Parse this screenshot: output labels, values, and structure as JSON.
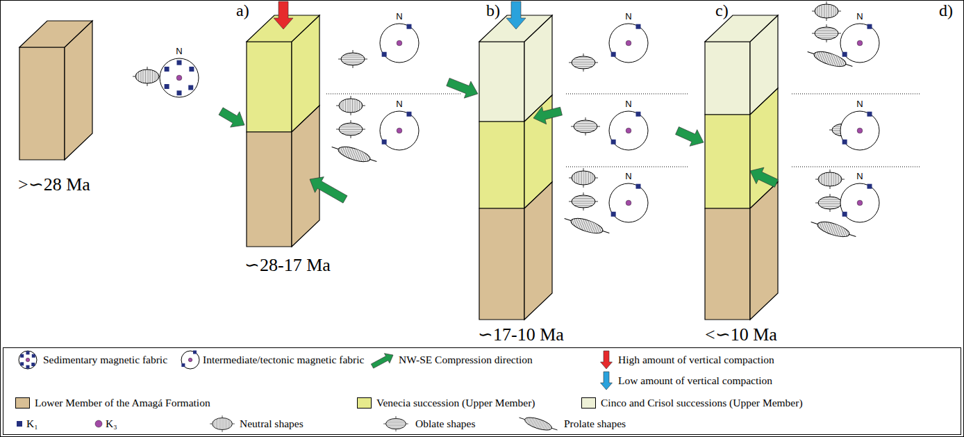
{
  "diagram": {
    "nodes": [
      {
        "text": [
          "N"
        ]
      },
      {
        "text": [
          "N"
        ]
      },
      {
        "text": [
          "N"
        ]
      },
      {
        "text": [
          "N"
        ]
      },
      {
        "text": [
          "N"
        ]
      },
      {
        "text": [
          "N"
        ]
      },
      {
        "text": [
          "N"
        ]
      },
      {
        "text": [
          "N"
        ]
      },
      {
        "text": [
          "N"
        ]
      }
    ],
    "labels": [
      "a)",
      "b)",
      "c)",
      "d)",
      ">∽28 Ma",
      "∽28-17 Ma",
      "∽17-10 Ma",
      "<∽10 Ma"
    ],
    "legend": [
      {
        "text": "Sedimentary magnetic fabric"
      },
      {
        "text": "Intermediate/tectonic magnetic fabric"
      },
      {
        "text": "NW-SE Compression direction"
      },
      {
        "text": "High amount of vertical compaction"
      },
      {
        "text": "Low amount of vertical compaction"
      },
      {
        "text": "Lower Member of the Amagá Formation",
        "color": "#d8bf95"
      },
      {
        "text": "Venecia succession (Upper Member)",
        "color": "#e6ea8c"
      },
      {
        "text": "Cinco and Crisol successions (Upper Member)",
        "color": "#eef1d7"
      },
      {
        "text": "K₁"
      },
      {
        "text": "K₃"
      },
      {
        "text": "Neutral shapes"
      },
      {
        "text": "Oblate shapes"
      },
      {
        "text": "Prolate shapes"
      }
    ]
  }
}
